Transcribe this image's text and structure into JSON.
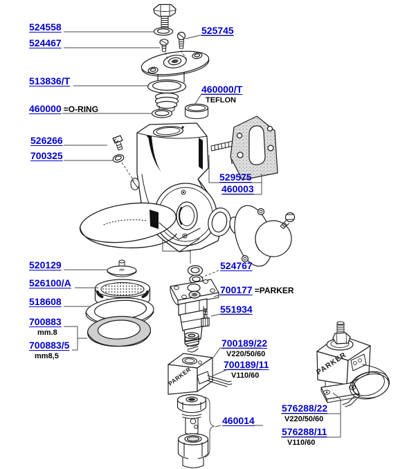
{
  "colors": {
    "link_blue": "#0000cc",
    "line_black": "#1b1b1b",
    "leader_gray": "#444444",
    "gasket_gray": "#cfcfcf"
  },
  "art": {
    "parker_small": "PARKER",
    "parker_large": "PARKER"
  },
  "labels": [
    {
      "id": "524558",
      "text": "524558"
    },
    {
      "id": "525745",
      "text": "525745"
    },
    {
      "id": "524467",
      "text": "524467"
    },
    {
      "id": "513836T",
      "text": "513836/T"
    },
    {
      "id": "460000T",
      "text": "460000/T",
      "sub": "TEFLON"
    },
    {
      "id": "460000",
      "text": "460000",
      "suffix": "=O-RING"
    },
    {
      "id": "526266",
      "text": "526266"
    },
    {
      "id": "700325",
      "text": "700325"
    },
    {
      "id": "529575",
      "text": "529575"
    },
    {
      "id": "460003",
      "text": "460003"
    },
    {
      "id": "520129",
      "text": "520129"
    },
    {
      "id": "524767",
      "text": "524767"
    },
    {
      "id": "526100A",
      "text": "526100/A"
    },
    {
      "id": "700177",
      "text": "700177",
      "suffix": "=PARKER"
    },
    {
      "id": "518608",
      "text": "518608"
    },
    {
      "id": "551934",
      "text": "551934"
    },
    {
      "id": "700883",
      "text": "700883",
      "sub": "mm.8"
    },
    {
      "id": "700189-22",
      "text": "700189/22",
      "sub": "V220/50/60"
    },
    {
      "id": "700883-5",
      "text": "700883/5",
      "sub": "mm8,5"
    },
    {
      "id": "700189-11",
      "text": "700189/11",
      "sub": "V110/60"
    },
    {
      "id": "576288-22",
      "text": "576288/22",
      "sub": "V220/50/60"
    },
    {
      "id": "460014",
      "text": "460014"
    },
    {
      "id": "576288-11",
      "text": "576288/11",
      "sub": "V110/60"
    }
  ]
}
